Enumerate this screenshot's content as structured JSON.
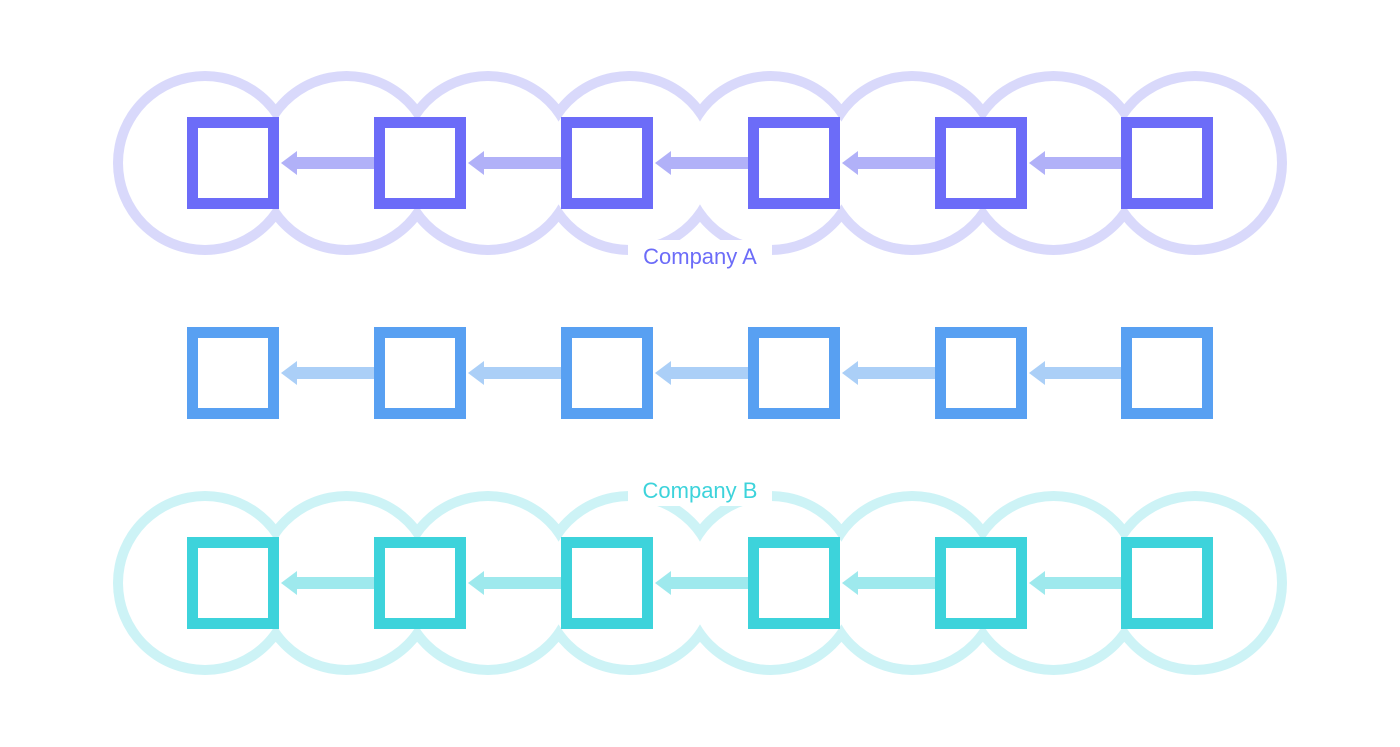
{
  "diagram": {
    "rows": [
      {
        "id": "company-a",
        "label": "Company A",
        "label_position": "bottom",
        "has_cloud": true,
        "block_count": 6,
        "arrow_direction": "left",
        "colors": {
          "block": "#6C6CF8",
          "arrow": "#B1B1F8",
          "cloud": "#D9D9FB",
          "label": "#6C6CF8"
        }
      },
      {
        "id": "shared-chain",
        "label": "",
        "has_cloud": false,
        "block_count": 6,
        "arrow_direction": "left",
        "colors": {
          "block": "#58A0F2",
          "arrow": "#ABCFF7",
          "cloud": "",
          "label": ""
        }
      },
      {
        "id": "company-b",
        "label": "Company B",
        "label_position": "top",
        "has_cloud": true,
        "block_count": 6,
        "arrow_direction": "left",
        "colors": {
          "block": "#3DD3DB",
          "arrow": "#9EE9ED",
          "cloud": "#CDF3F6",
          "label": "#3DD3DB"
        }
      }
    ]
  }
}
